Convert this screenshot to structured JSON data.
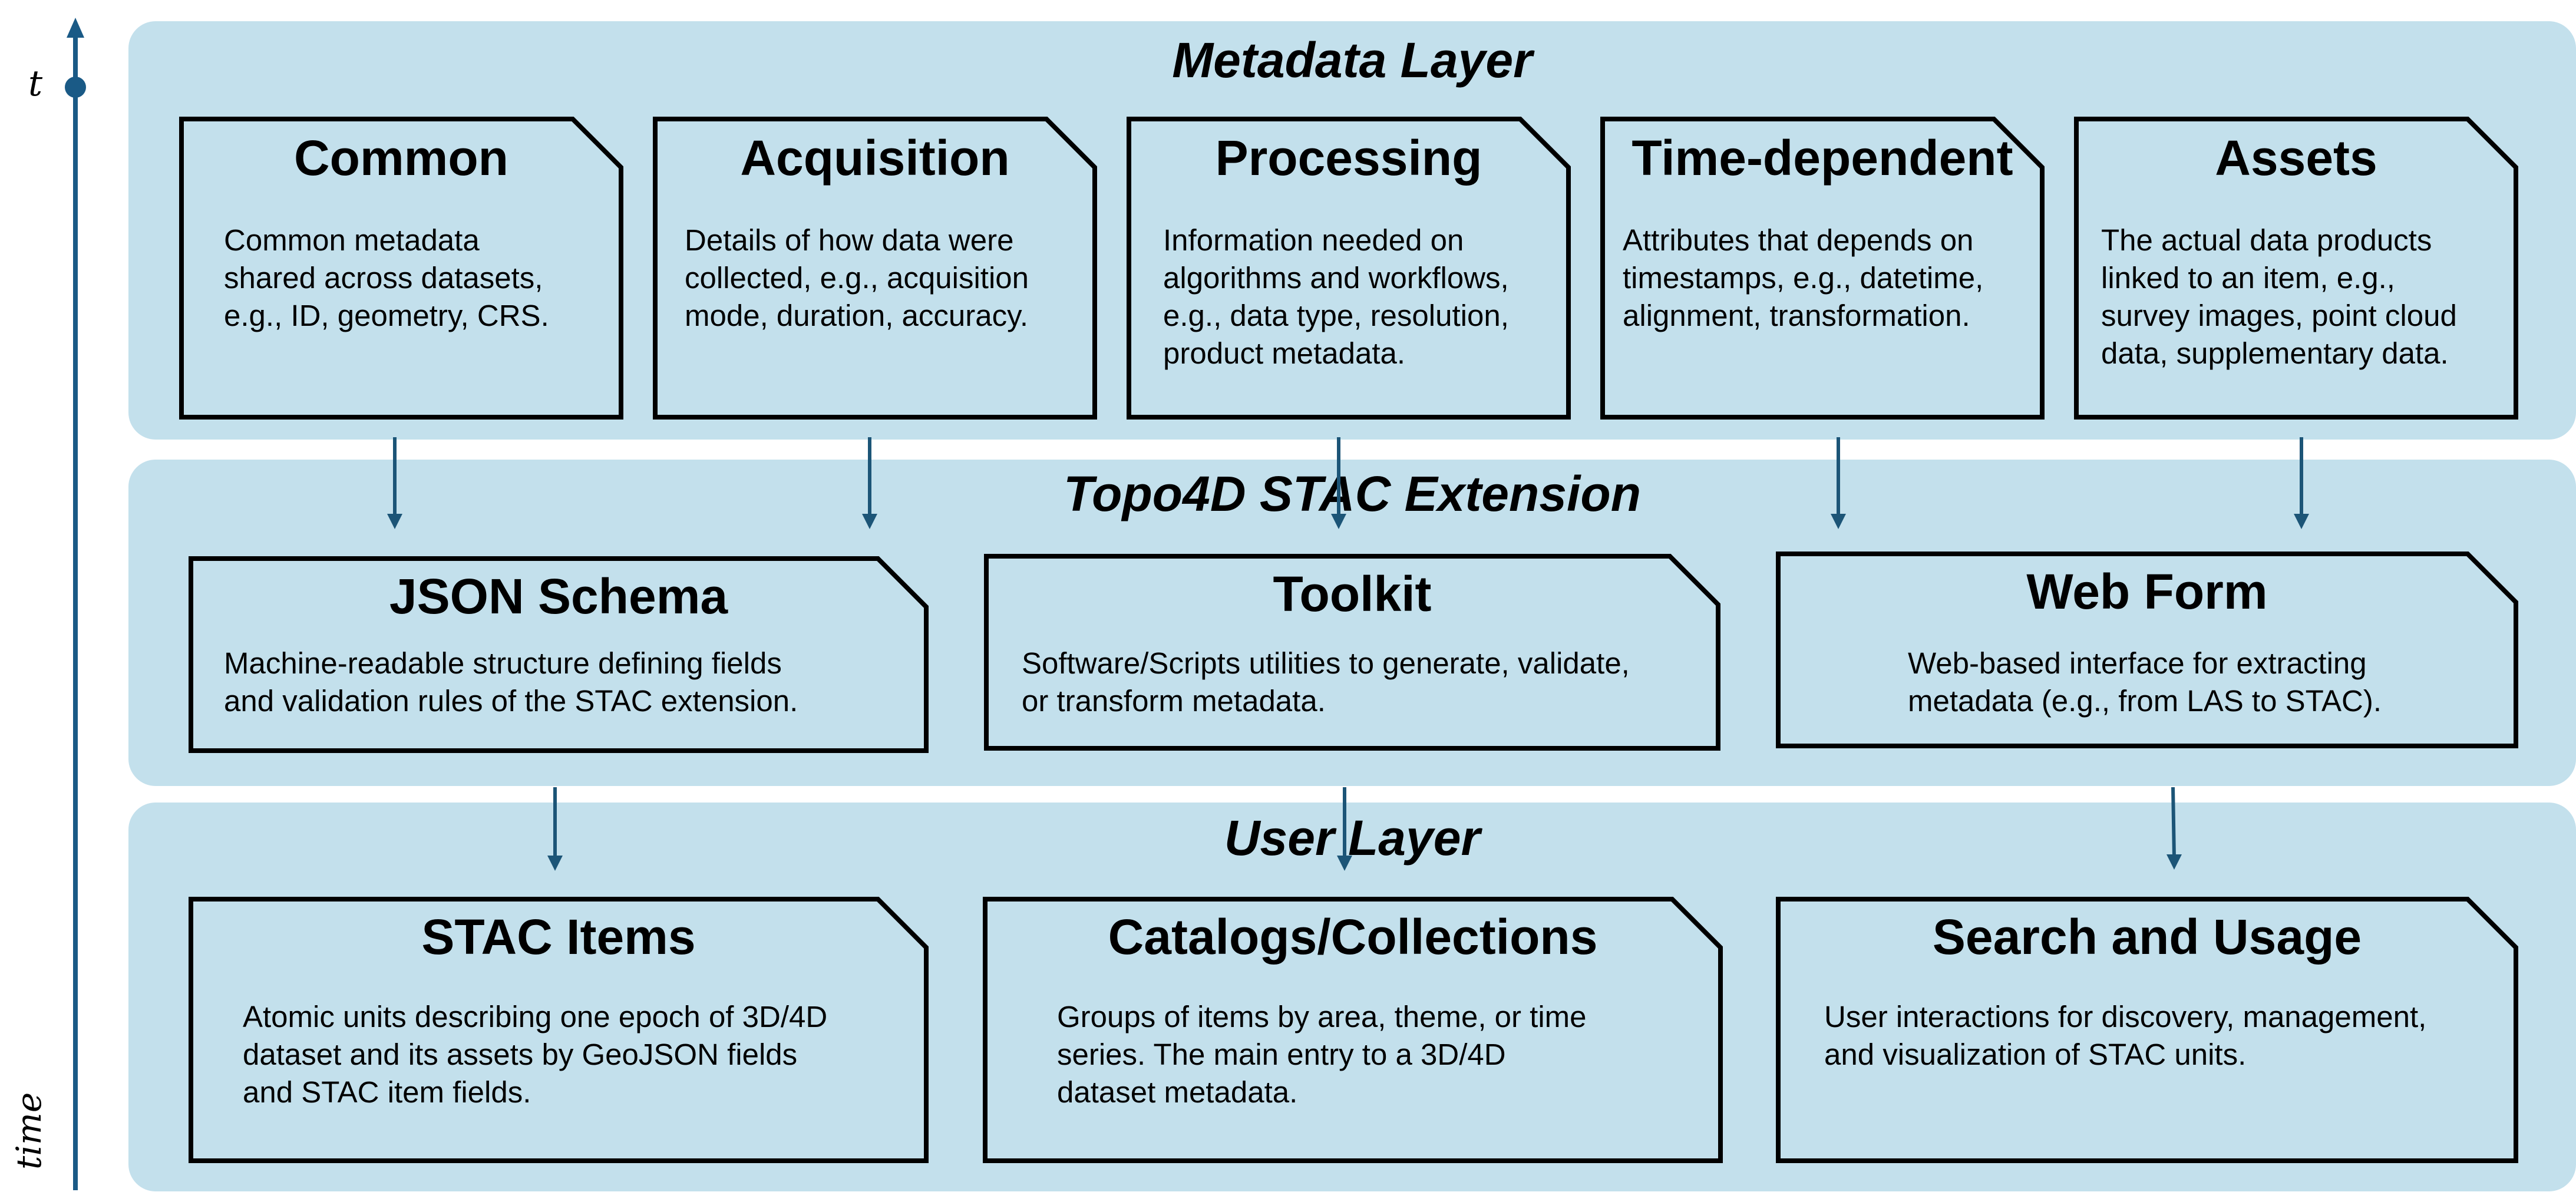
{
  "timeline": {
    "top_label": "t",
    "bottom_label": "time",
    "color": "#1a5a86"
  },
  "colors": {
    "layer_bg": "#c3e0ec",
    "arrow": "#1c5577",
    "border": "#000000"
  },
  "metadata_layer": {
    "title": "Metadata Layer",
    "cards": [
      {
        "title": "Common",
        "desc": [
          "Common metadata",
          "shared across datasets,",
          "e.g., ID, geometry, CRS."
        ]
      },
      {
        "title": "Acquisition",
        "desc": [
          "Details of how data were",
          "collected, e.g., acquisition",
          "mode, duration, accuracy."
        ]
      },
      {
        "title": "Processing",
        "desc": [
          "Information needed on",
          "algorithms and workflows,",
          "e.g., data type, resolution,",
          "product metadata."
        ]
      },
      {
        "title": "Time-dependent",
        "desc": [
          "Attributes that depends on",
          "timestamps, e.g., datetime,",
          "alignment, transformation."
        ]
      },
      {
        "title": "Assets",
        "desc": [
          "The actual data products",
          "linked to an item, e.g.,",
          "survey images, point cloud",
          "data, supplementary data."
        ]
      }
    ]
  },
  "extension_layer": {
    "title": "Topo4D STAC Extension",
    "cards": [
      {
        "title": "JSON Schema",
        "desc": [
          "Machine-readable structure defining fields",
          "and validation rules of the STAC extension."
        ]
      },
      {
        "title": "Toolkit",
        "desc": [
          "Software/Scripts utilities to generate, validate,",
          "or transform metadata."
        ]
      },
      {
        "title": "Web Form",
        "desc": [
          "Web-based interface for extracting",
          "metadata (e.g., from LAS to STAC)."
        ]
      }
    ]
  },
  "user_layer": {
    "title": "User Layer",
    "cards": [
      {
        "title": "STAC Items",
        "desc": [
          "Atomic units describing one epoch of 3D/4D",
          "dataset and its assets by GeoJSON fields",
          "and STAC item fields."
        ]
      },
      {
        "title": "Catalogs/Collections",
        "desc": [
          "Groups of items by area, theme, or time",
          "series. The main entry to a 3D/4D",
          "dataset metadata."
        ]
      },
      {
        "title": "Search and Usage",
        "desc": [
          "User interactions for discovery, management,",
          "and visualization of STAC units."
        ]
      }
    ]
  }
}
